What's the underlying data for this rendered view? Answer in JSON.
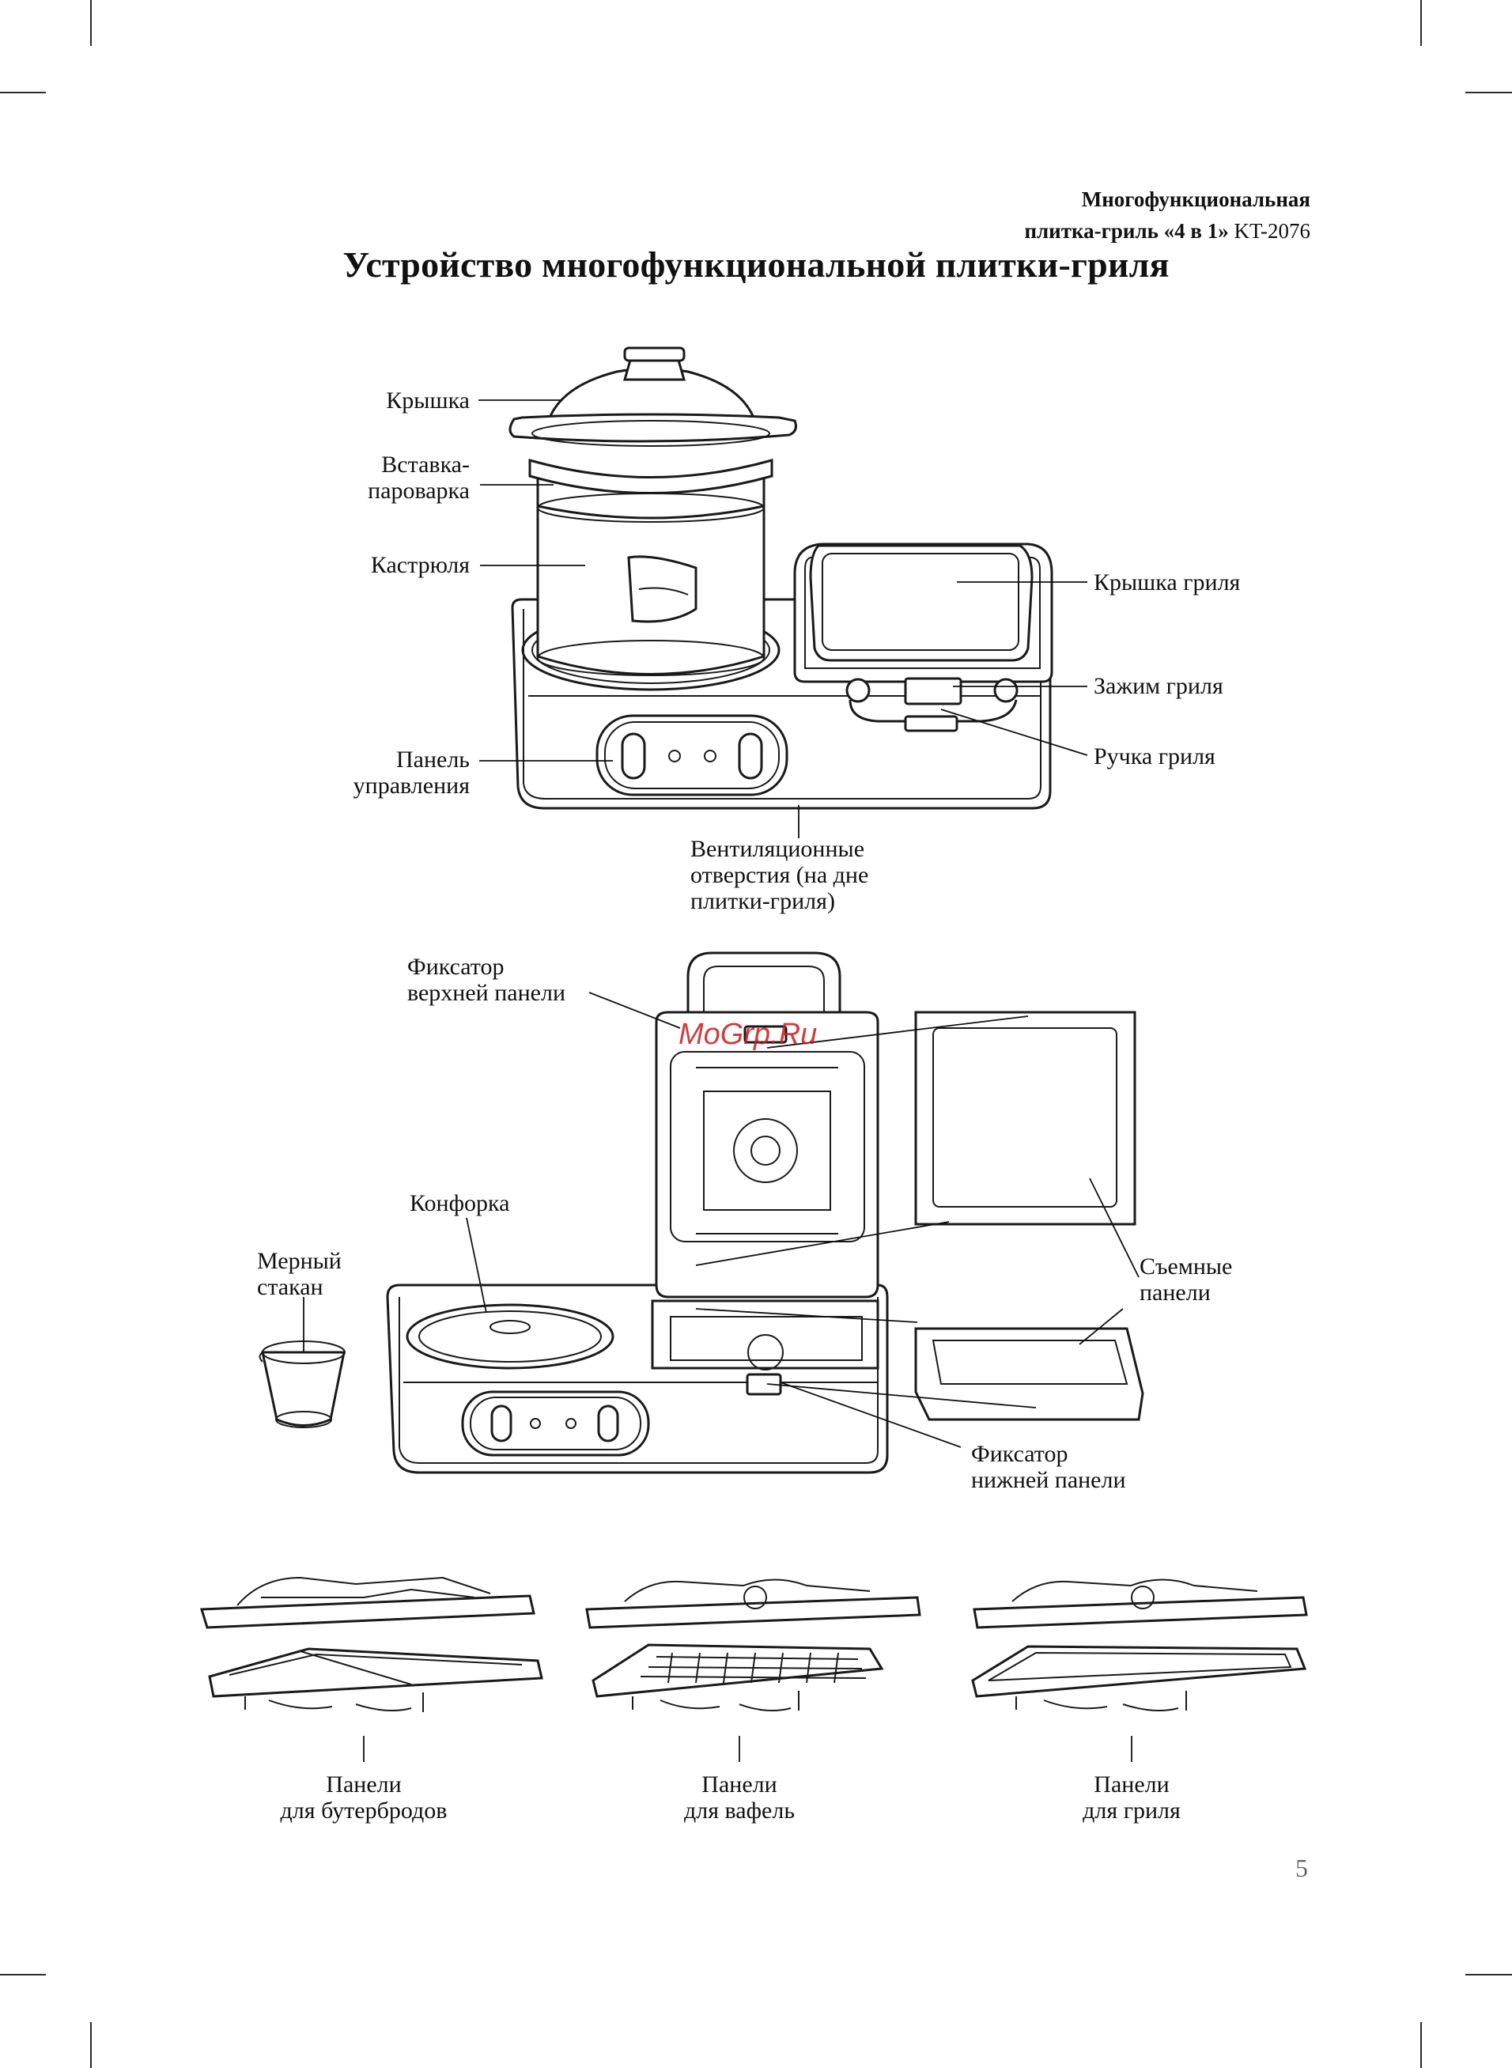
{
  "header": {
    "line1": "Многофункциональная",
    "line2_bold": "плитка-гриль «4 в 1»",
    "line2_model": " KT-2076"
  },
  "title": "Устройство многофункциональной плитки-гриля",
  "diagram1": {
    "lid": "Крышка",
    "steamer_line1": "Вставка-",
    "steamer_line2": "пароварка",
    "pot": "Кастрюля",
    "panel_line1": "Панель",
    "panel_line2": "управления",
    "vents_line1": "Вентиляционные",
    "vents_line2": "отверстия (на дне",
    "vents_line3": "плитки-гриля)",
    "grill_lid": "Крышка гриля",
    "grill_clamp": "Зажим гриля",
    "grill_handle": "Ручка гриля"
  },
  "diagram2": {
    "top_lock_line1": "Фиксатор",
    "top_lock_line2": "верхней панели",
    "burner": "Конфорка",
    "cup_line1": "Мерный",
    "cup_line2": "стакан",
    "removable_line1": "Съемные",
    "removable_line2": "панели",
    "bottom_lock_line1": "Фиксатор",
    "bottom_lock_line2": "нижней панели",
    "watermark": "MoGrp.Ru"
  },
  "diagram3": {
    "sandwich_line1": "Панели",
    "sandwich_line2": "для бутербродов",
    "waffle_line1": "Панели",
    "waffle_line2": "для вафель",
    "grill_line1": "Панели",
    "grill_line2": "для гриля"
  },
  "page_number": "5"
}
